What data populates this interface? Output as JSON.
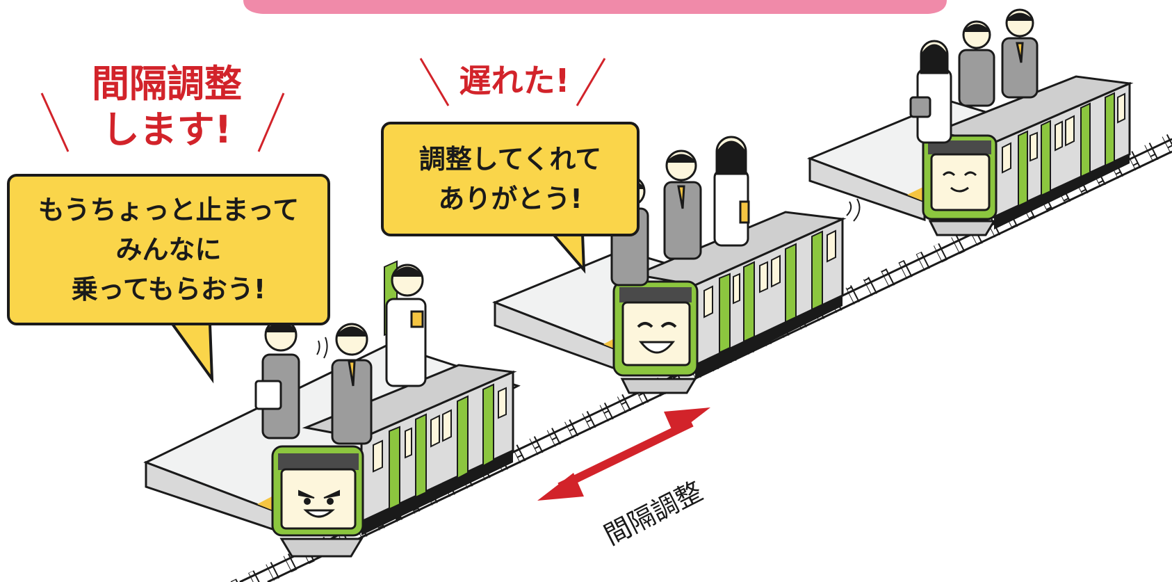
{
  "shouts": {
    "left_line1": "間隔調整",
    "left_line2": "します!",
    "middle": "遅れた!"
  },
  "bubbles": {
    "left": "もうちょっと止まって\nみんなに\n乗ってもらおう!",
    "middle": "調整してくれて\nありがとう!"
  },
  "arrow_label": "間隔調整",
  "colors": {
    "banner": "#f08aa9",
    "shout": "#d2232a",
    "bubble": "#fad54a",
    "train_green": "#8cc63f",
    "train_body": "#dcdcdc",
    "train_face": "#fdf6dc",
    "arrow": "#d2232a",
    "platform": "#eeeeee",
    "platform_edge": "#f5c542",
    "suit": "#9c9c9c"
  },
  "icons": [
    "train-left-icon",
    "train-middle-icon",
    "train-right-icon",
    "passenger-icon",
    "double-arrow-icon",
    "platform-icon",
    "track-icon"
  ]
}
